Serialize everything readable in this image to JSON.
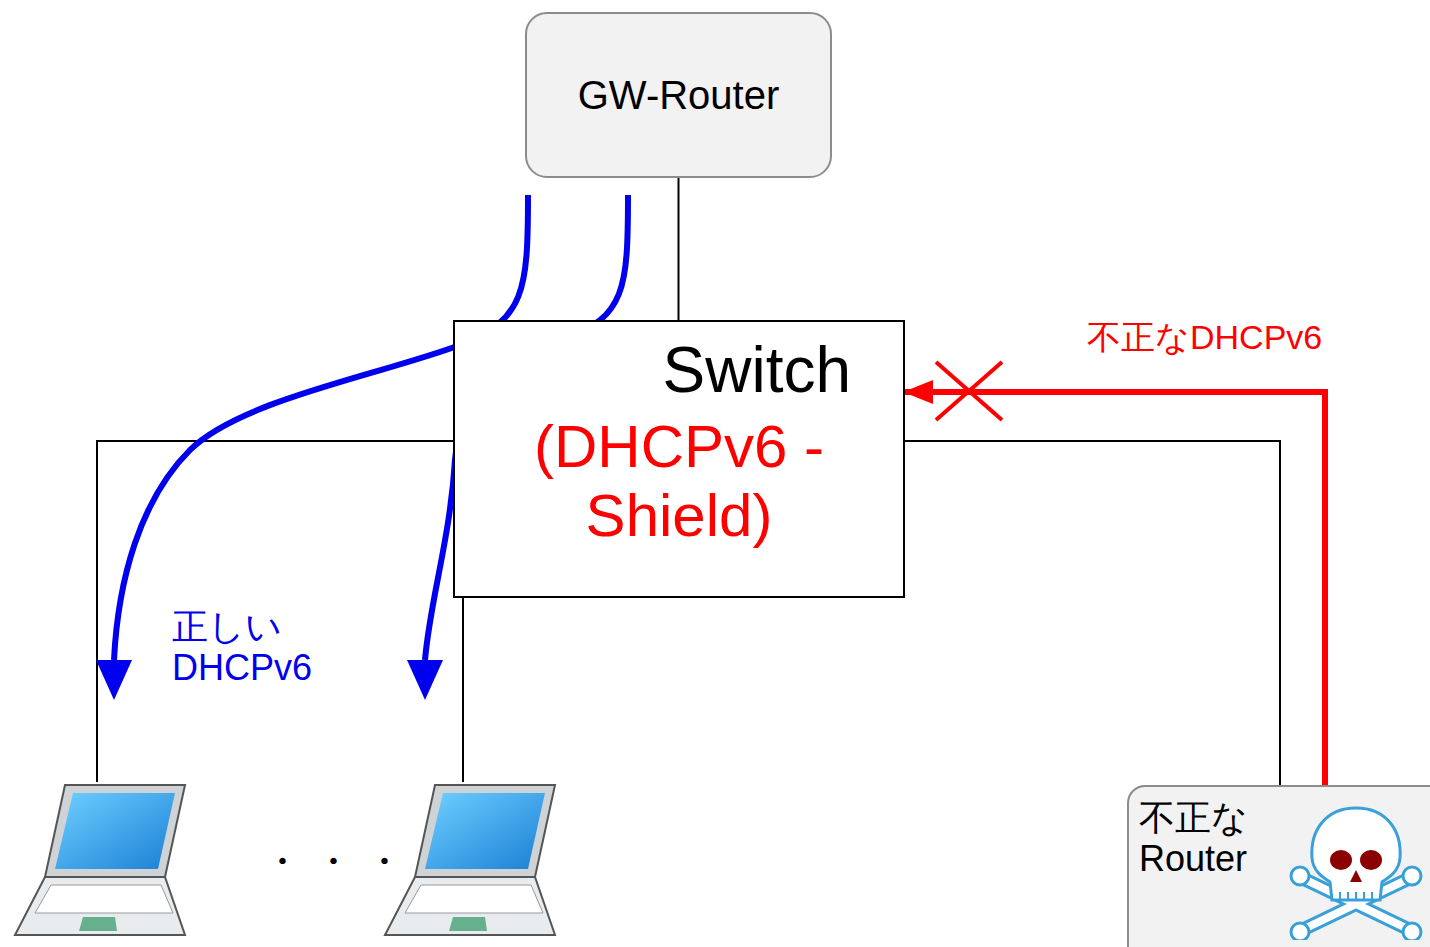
{
  "diagram": {
    "nodes": [
      {
        "text": [
          "GW-Router"
        ]
      },
      {
        "text": [
          "Switch",
          "(DHCPv6 -Shield)"
        ]
      },
      {
        "text": [
          "不正な Router"
        ]
      }
    ],
    "edges": [
      {
        "from": 0,
        "to": 1,
        "arrow": "none"
      },
      {
        "from": 1,
        "to": 2,
        "arrow": "none"
      },
      {
        "from": 2,
        "to": 1,
        "arrow": "to",
        "label": "不正なDHCPv6"
      }
    ],
    "labels": [
      "正しい DHCPv6",
      "・ ・ ・"
    ]
  }
}
